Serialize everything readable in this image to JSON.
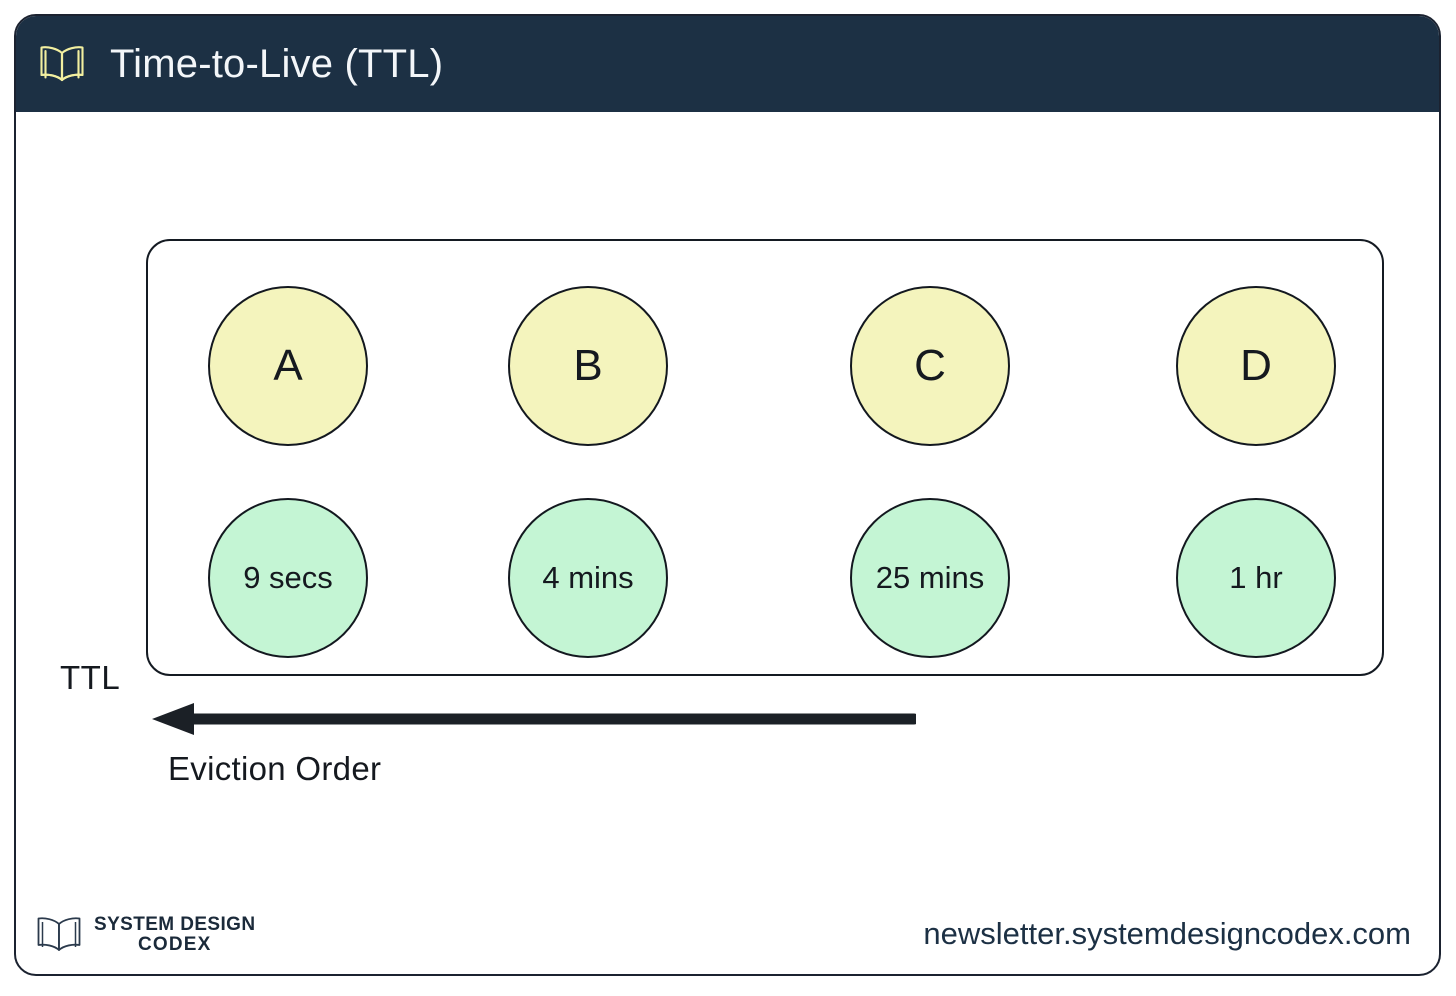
{
  "header": {
    "icon": "open-book-icon",
    "title": "Time-to-Live (TTL)",
    "background_color": "#1c3044",
    "title_color": "#f3f6f9",
    "icon_color": "#f2efa0"
  },
  "diagram": {
    "side_label": "TTL",
    "arrow": {
      "direction": "left",
      "label": "Eviction Order",
      "color": "#1b2026"
    },
    "colors": {
      "key_fill": "#f4f4bd",
      "ttl_fill": "#c4f5d4",
      "stroke": "#13181f"
    },
    "entries": [
      {
        "key": "A",
        "ttl": "9 secs"
      },
      {
        "key": "B",
        "ttl": "4 mins"
      },
      {
        "key": "C",
        "ttl": "25 mins"
      },
      {
        "key": "D",
        "ttl": "1 hr"
      }
    ]
  },
  "footer": {
    "logo_icon": "open-book-icon",
    "logo_line1": "SYSTEM DESIGN",
    "logo_line2": "CODEX",
    "url": "newsletter.systemdesigncodex.com",
    "url_color": "#1c3044"
  }
}
